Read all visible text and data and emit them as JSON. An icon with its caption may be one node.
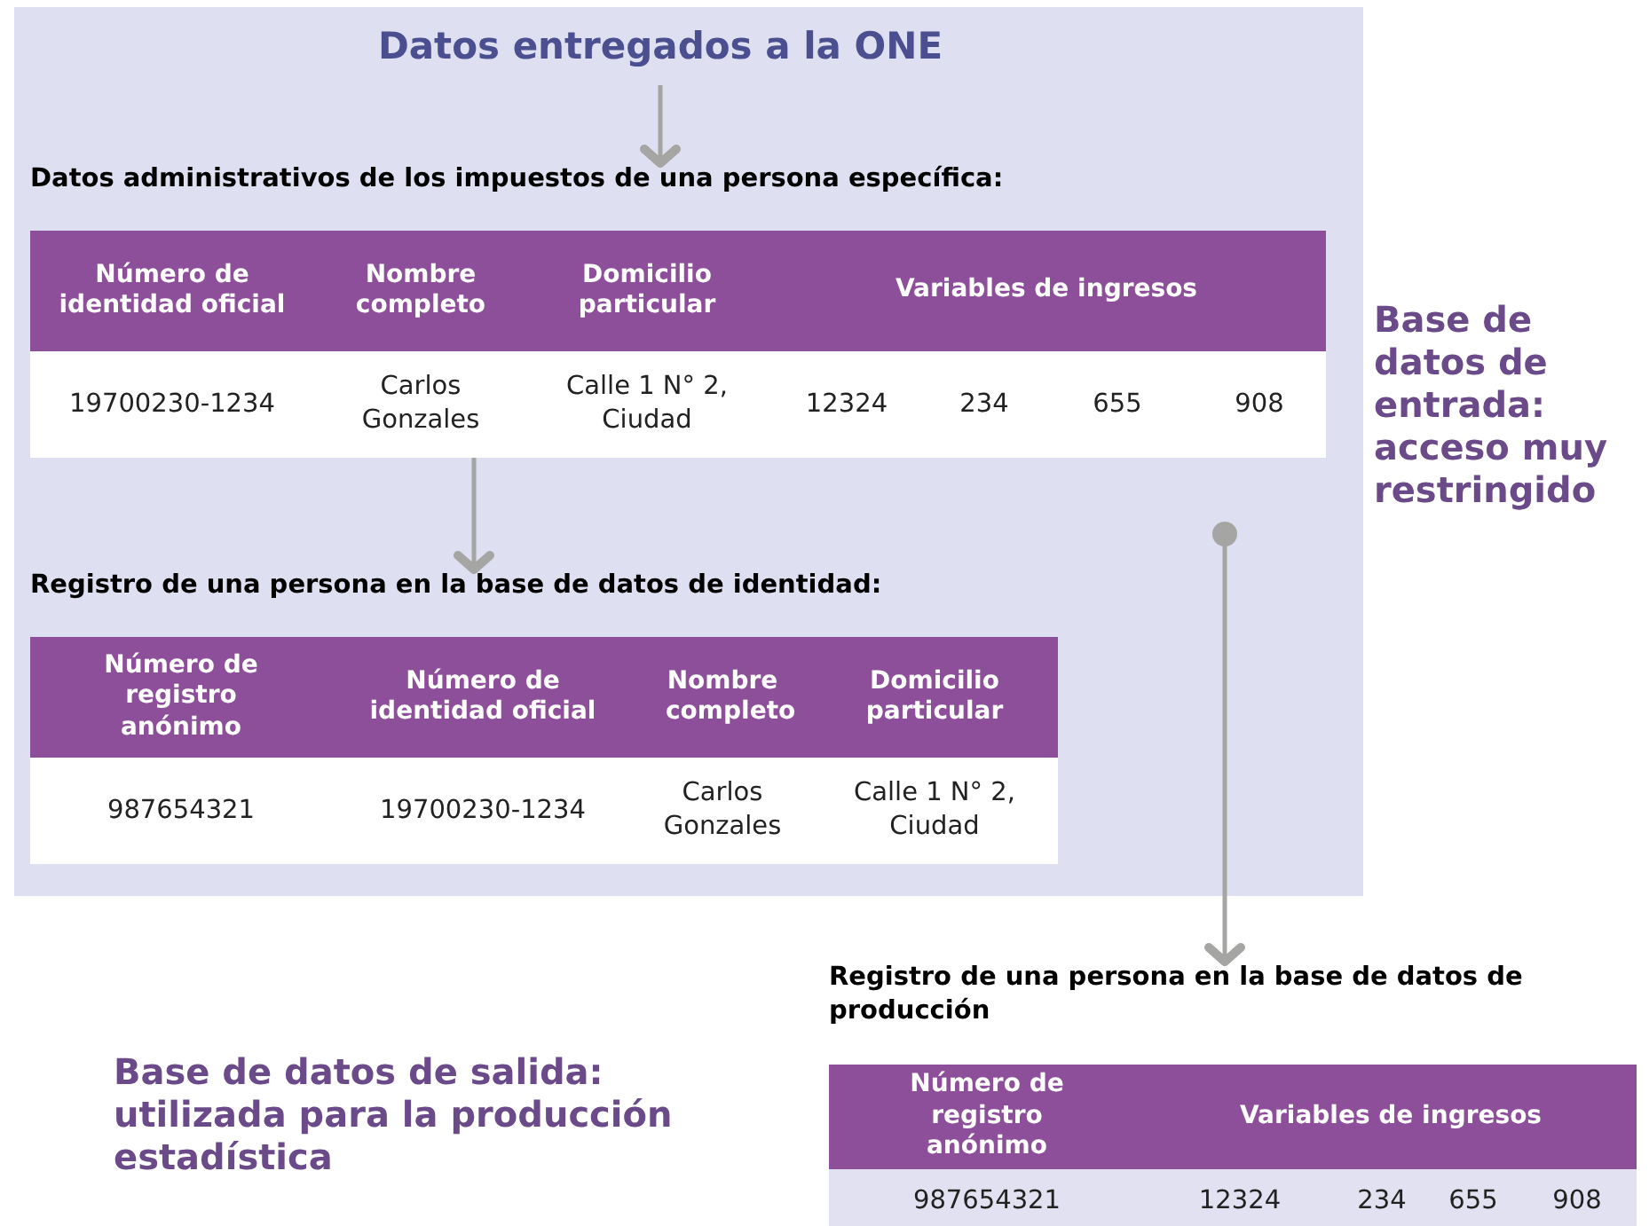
{
  "diagram": {
    "nodes": [
      {
        "text": [
          "Base de datos de entrada: acceso muy restringido"
        ]
      },
      {
        "text": [
          "Datos entregados a la ONE"
        ],
        "in": 0
      },
      {
        "text": [
          "Datos administrativos de los impuestos de una persona específica:",
          "Número de identidad oficial",
          "Nombre completo",
          "Domicilio particular",
          "Variables de ingresos",
          "19700230-1234",
          "Carlos Gonzales",
          "Calle 1 N° 2, Ciudad",
          "12324",
          "234",
          "655",
          "908"
        ],
        "in": 0
      },
      {
        "text": [
          "Registro de una persona en la base de datos de identidad:",
          "Número de registro anónimo",
          "Número de identidad oficial",
          "Nombre completo",
          "Domicilio particular",
          "987654321",
          "19700230-1234",
          "Carlos Gonzales",
          "Calle 1 N° 2, Ciudad"
        ],
        "in": 0
      },
      {
        "text": [
          "Registro de una persona en la base de datos de producción",
          "Número de registro anónimo",
          "Variables de ingresos",
          "987654321",
          "12324",
          "234",
          "655",
          "908"
        ]
      }
    ],
    "edges": [
      {
        "from": 1,
        "to": 2,
        "arrow": "to"
      },
      {
        "from": 2,
        "to": 3,
        "arrow": "to"
      },
      {
        "from": null,
        "to": 4,
        "arrow": "to"
      }
    ],
    "labels": [
      "Base de datos de salida: utilizada para la producción estadística"
    ]
  }
}
